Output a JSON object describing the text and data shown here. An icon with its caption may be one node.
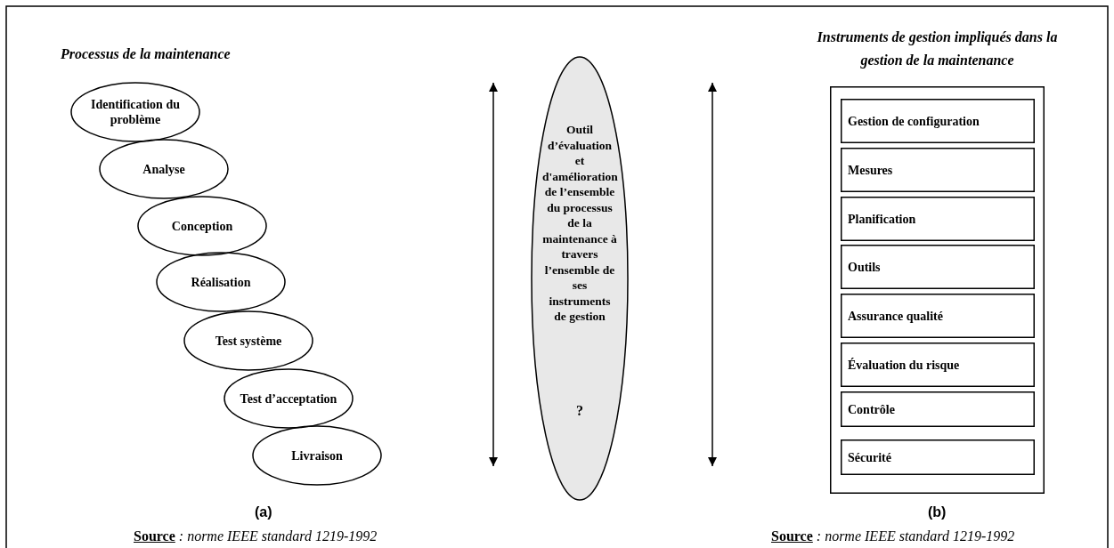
{
  "diagram": {
    "nodes": [
      {
        "text": [
          "Identification du problème"
        ]
      },
      {
        "text": [
          "Analyse"
        ]
      },
      {
        "text": [
          "Conception"
        ]
      },
      {
        "text": [
          "Réalisation"
        ]
      },
      {
        "text": [
          "Test système"
        ]
      },
      {
        "text": [
          "Test d’acceptation"
        ]
      },
      {
        "text": [
          "Livraison"
        ]
      },
      {
        "text": [
          "Outil d’évaluation et d'amélioration de l’ensemble du processus de la maintenance à travers l’ensemble de ses instruments de gestion",
          "?"
        ]
      },
      {
        "text": [
          "Instruments de gestion impliqués dans la gestion de la maintenance"
        ]
      },
      {
        "text": [
          "Gestion de configuration"
        ],
        "in": 8
      },
      {
        "text": [
          "Mesures"
        ],
        "in": 8
      },
      {
        "text": [
          "Planification"
        ],
        "in": 8
      },
      {
        "text": [
          "Outils"
        ],
        "in": 8
      },
      {
        "text": [
          "Assurance qualité"
        ],
        "in": 8
      },
      {
        "text": [
          "Évaluation du risque"
        ],
        "in": 8
      },
      {
        "text": [
          "Contrôle"
        ],
        "in": 8
      },
      {
        "text": [
          "Sécurité"
        ],
        "in": 8
      }
    ],
    "labels": [
      "Processus de la maintenance",
      "(a)",
      "**Source** *: norme IEEE standard 1219-1992*",
      "(b)",
      "**Source** *: norme IEEE standard 1219-1992*"
    ]
  }
}
